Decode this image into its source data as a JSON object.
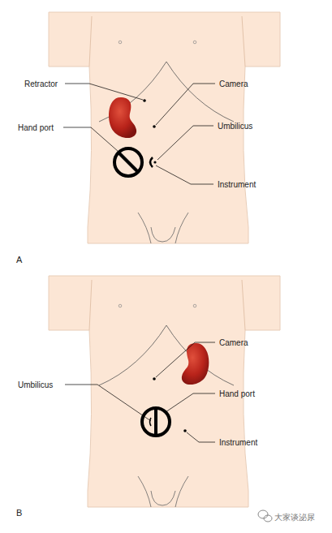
{
  "diagram": {
    "labels": [
      "Retractor",
      "Camera",
      "Hand port",
      "Umbilicus",
      "Instrument",
      "A",
      "Camera",
      "Umbilicus",
      "Hand port",
      "Instrument",
      "B",
      "大家谈泌尿"
    ]
  }
}
